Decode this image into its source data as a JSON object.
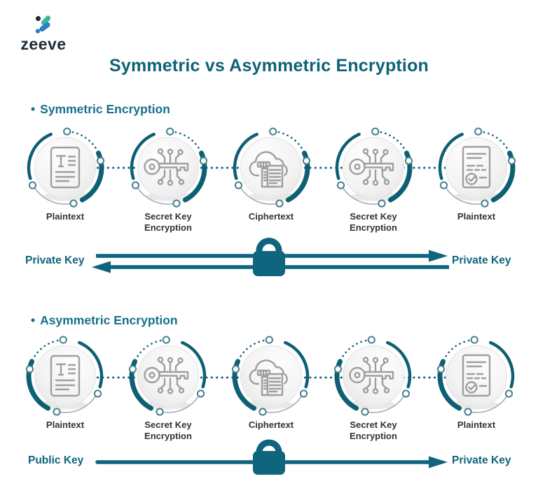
{
  "logo": {
    "wordmark": "zeeve"
  },
  "title": "Symmetric vs Asymmetric Encryption",
  "sections": [
    {
      "bullet": "•",
      "heading": "Symmetric Encryption",
      "steps": [
        {
          "label": "Plaintext",
          "icon": "plaintext-document-icon"
        },
        {
          "label": "Secret Key Encryption",
          "icon": "digital-key-icon"
        },
        {
          "label": "Ciphertext",
          "icon": "cloud-ciphertext-icon"
        },
        {
          "label": "Secret Key Encryption",
          "icon": "digital-key-icon"
        },
        {
          "label": "Plaintext",
          "icon": "verified-document-icon"
        }
      ],
      "key_left": "Private Key",
      "key_right": "Private Key",
      "arrow_direction": "bidirectional",
      "lock_icon": "padlock-icon"
    },
    {
      "bullet": "•",
      "heading": "Asymmetric Encryption",
      "steps": [
        {
          "label": "Plaintext",
          "icon": "plaintext-document-icon"
        },
        {
          "label": "Secret Key Encryption",
          "icon": "digital-key-icon"
        },
        {
          "label": "Ciphertext",
          "icon": "cloud-ciphertext-icon"
        },
        {
          "label": "Secret Key Encryption",
          "icon": "digital-key-icon"
        },
        {
          "label": "Plaintext",
          "icon": "verified-document-icon"
        }
      ],
      "key_left": "Public Key",
      "key_right": "Private Key",
      "arrow_direction": "left-to-right",
      "lock_icon": "padlock-icon"
    }
  ],
  "colors": {
    "teal_primary": "#0f647e",
    "teal_arc": "#0d5f73",
    "teal_heading": "#15708a",
    "title_teal": "#0e6277",
    "label_dark": "#2f3338",
    "icon_gray": "#9f9f9f",
    "logo_navy": "#1d2b3a",
    "logo_teal": "#3cb39c",
    "logo_blue": "#2b80c3"
  }
}
